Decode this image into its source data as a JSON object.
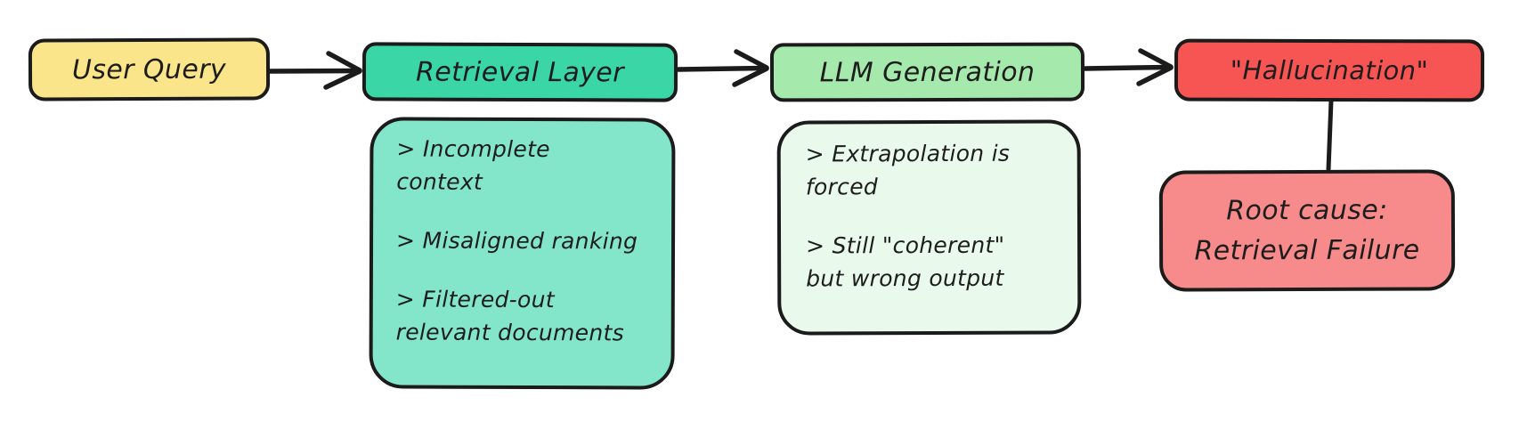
{
  "canvas": {
    "background": "#ffffff",
    "stroke_color": "#1b1b1b",
    "text_color": "#1d1d1d"
  },
  "flow_nodes": [
    {
      "id": "user-query",
      "label": "User Query",
      "fill": "#fbe58a"
    },
    {
      "id": "retrieval-layer",
      "label": "Retrieval Layer",
      "fill": "#3bd6a6"
    },
    {
      "id": "llm-generation",
      "label": "LLM Generation",
      "fill": "#a6e9ad"
    },
    {
      "id": "hallucination",
      "label": "\"Hallucination\"",
      "fill": "#f75454"
    }
  ],
  "detail_boxes": [
    {
      "id": "retrieval-issues",
      "fill": "#83e6ca",
      "items": [
        "> Incomplete\ncontext",
        "> Misaligned ranking",
        "> Filtered-out\nrelevant documents"
      ]
    },
    {
      "id": "llm-issues",
      "fill": "#e9f9ec",
      "items": [
        "> Extrapolation is\nforced",
        "> Still \"coherent\"\nbut wrong output"
      ]
    }
  ],
  "conclusion": {
    "id": "root-cause",
    "label": "Root cause:\nRetrieval Failure",
    "fill": "#f78a8a"
  }
}
